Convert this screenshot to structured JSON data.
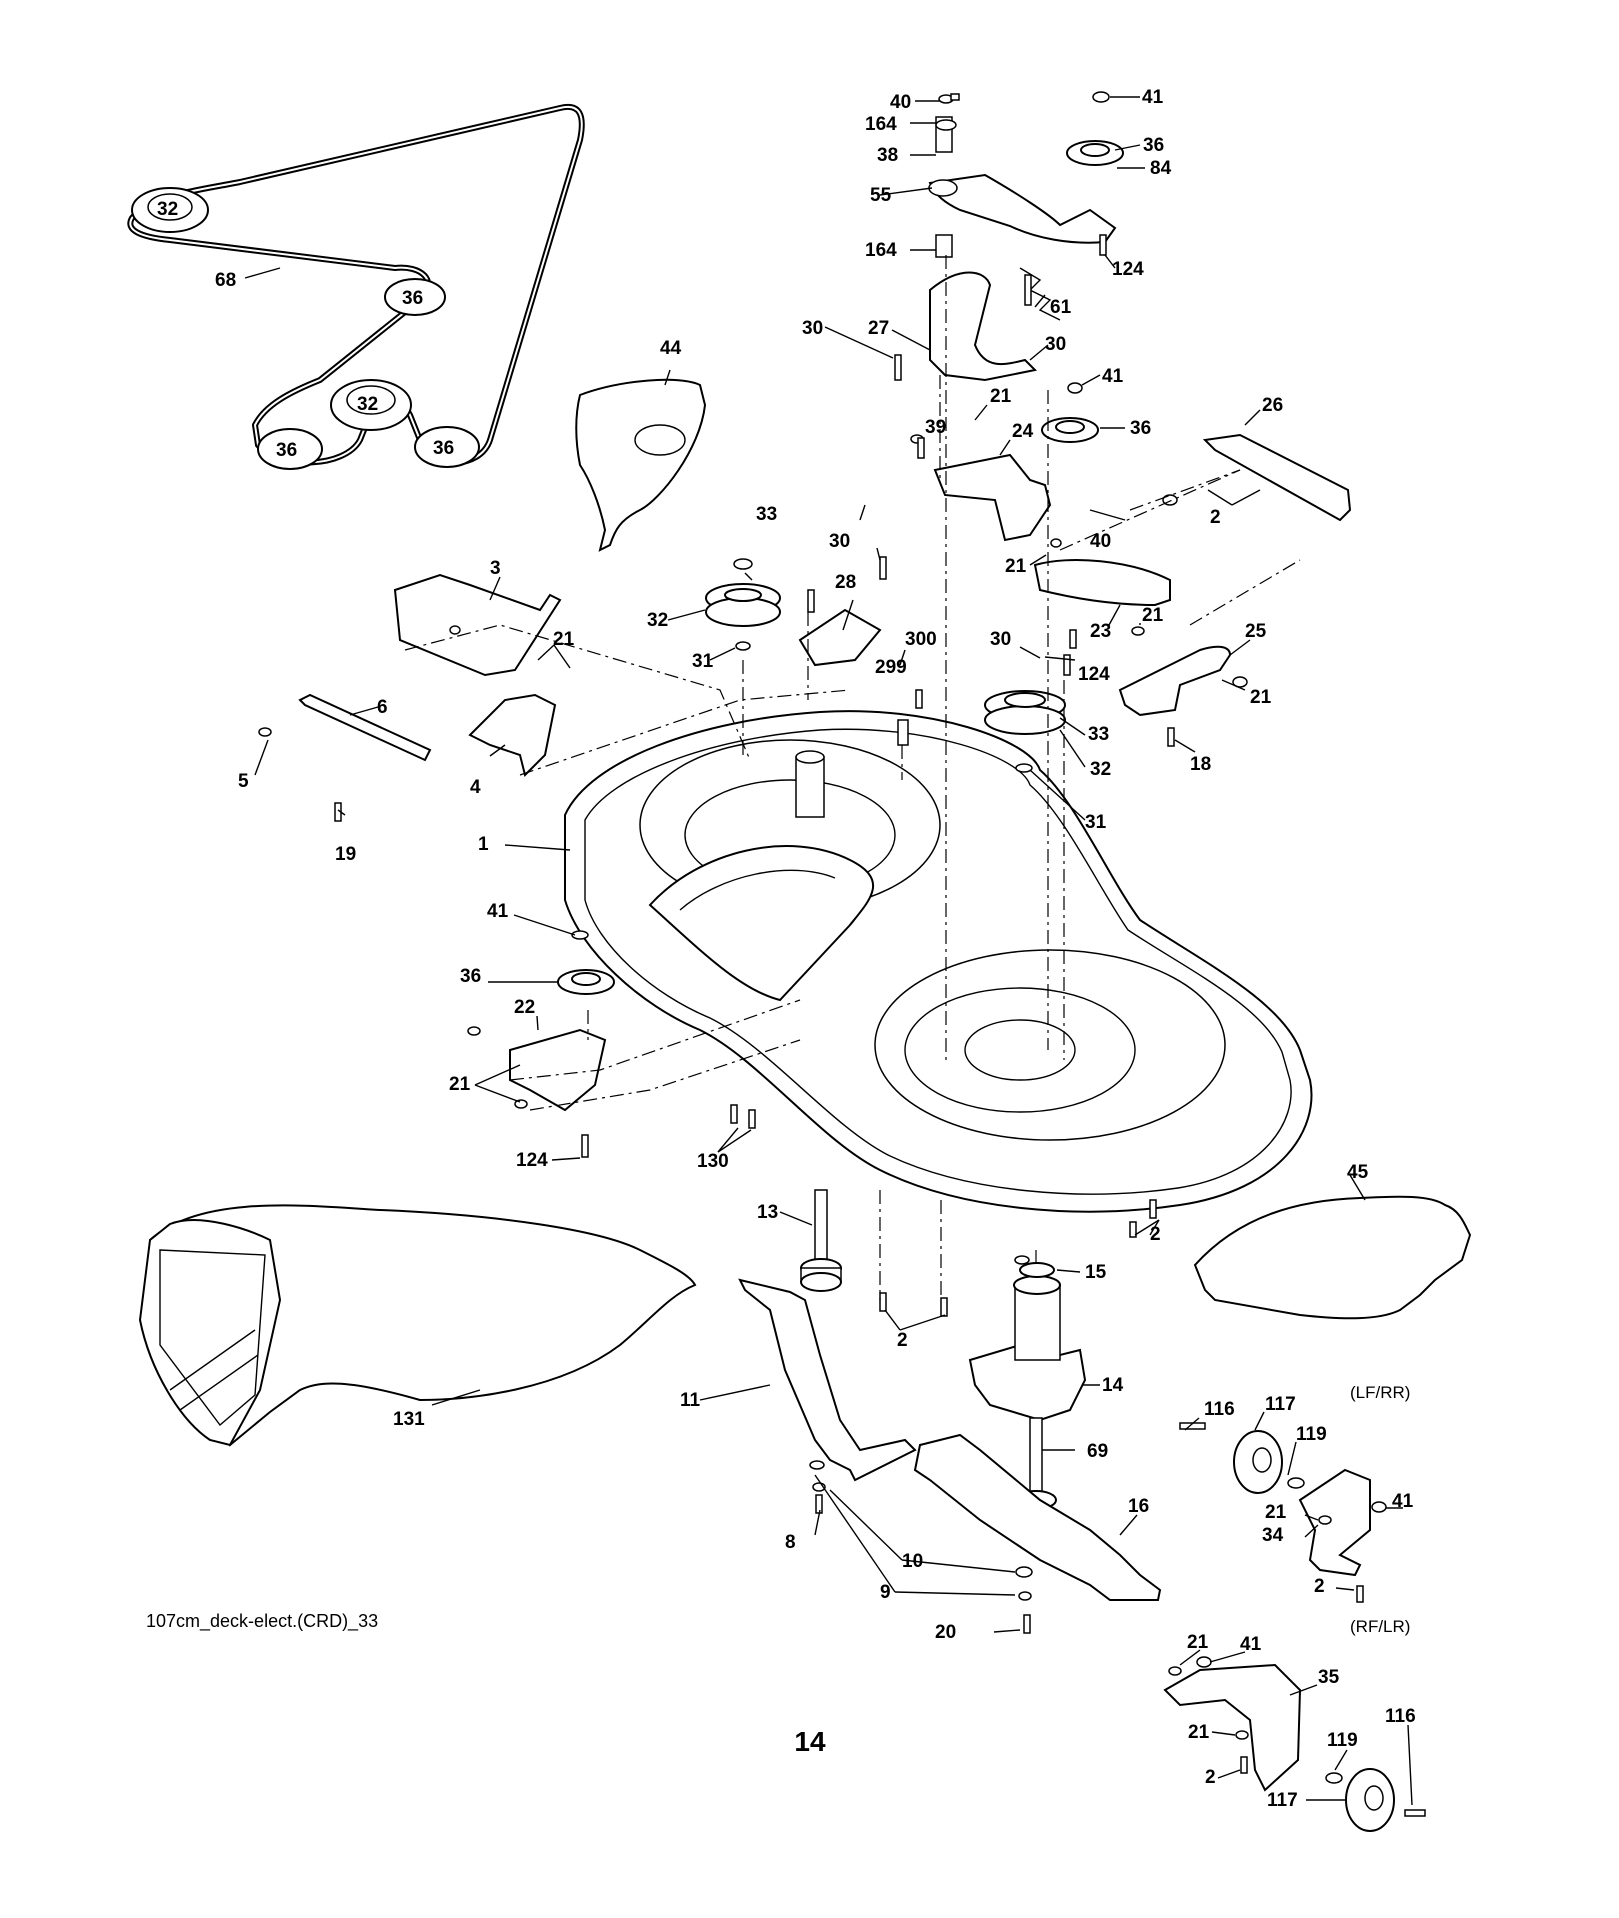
{
  "drawing_ref": "107cm_deck-elect.(CRD)_33",
  "page_number": "14",
  "variants": {
    "front": "(LF/RR)",
    "rear": "(RF/LR)"
  },
  "labels": {
    "p1": "1",
    "p2": "2",
    "p3": "3",
    "p4": "4",
    "p5": "5",
    "p6": "6",
    "p8": "8",
    "p9": "9",
    "p10": "10",
    "p11": "11",
    "p13": "13",
    "p14": "14",
    "p15": "15",
    "p16": "16",
    "p18": "18",
    "p19": "19",
    "p20": "20",
    "p21": "21",
    "p22": "22",
    "p23": "23",
    "p24": "24",
    "p25": "25",
    "p26": "26",
    "p27": "27",
    "p28": "28",
    "p30": "30",
    "p31": "31",
    "p32": "32",
    "p33": "33",
    "p34": "34",
    "p35": "35",
    "p36": "36",
    "p38": "38",
    "p39": "39",
    "p40": "40",
    "p41": "41",
    "p44": "44",
    "p45": "45",
    "p55": "55",
    "p61": "61",
    "p68": "68",
    "p69": "69",
    "p84": "84",
    "p116": "116",
    "p117": "117",
    "p119": "119",
    "p124": "124",
    "p130": "130",
    "p131": "131",
    "p164": "164",
    "p299": "299",
    "p300": "300"
  }
}
